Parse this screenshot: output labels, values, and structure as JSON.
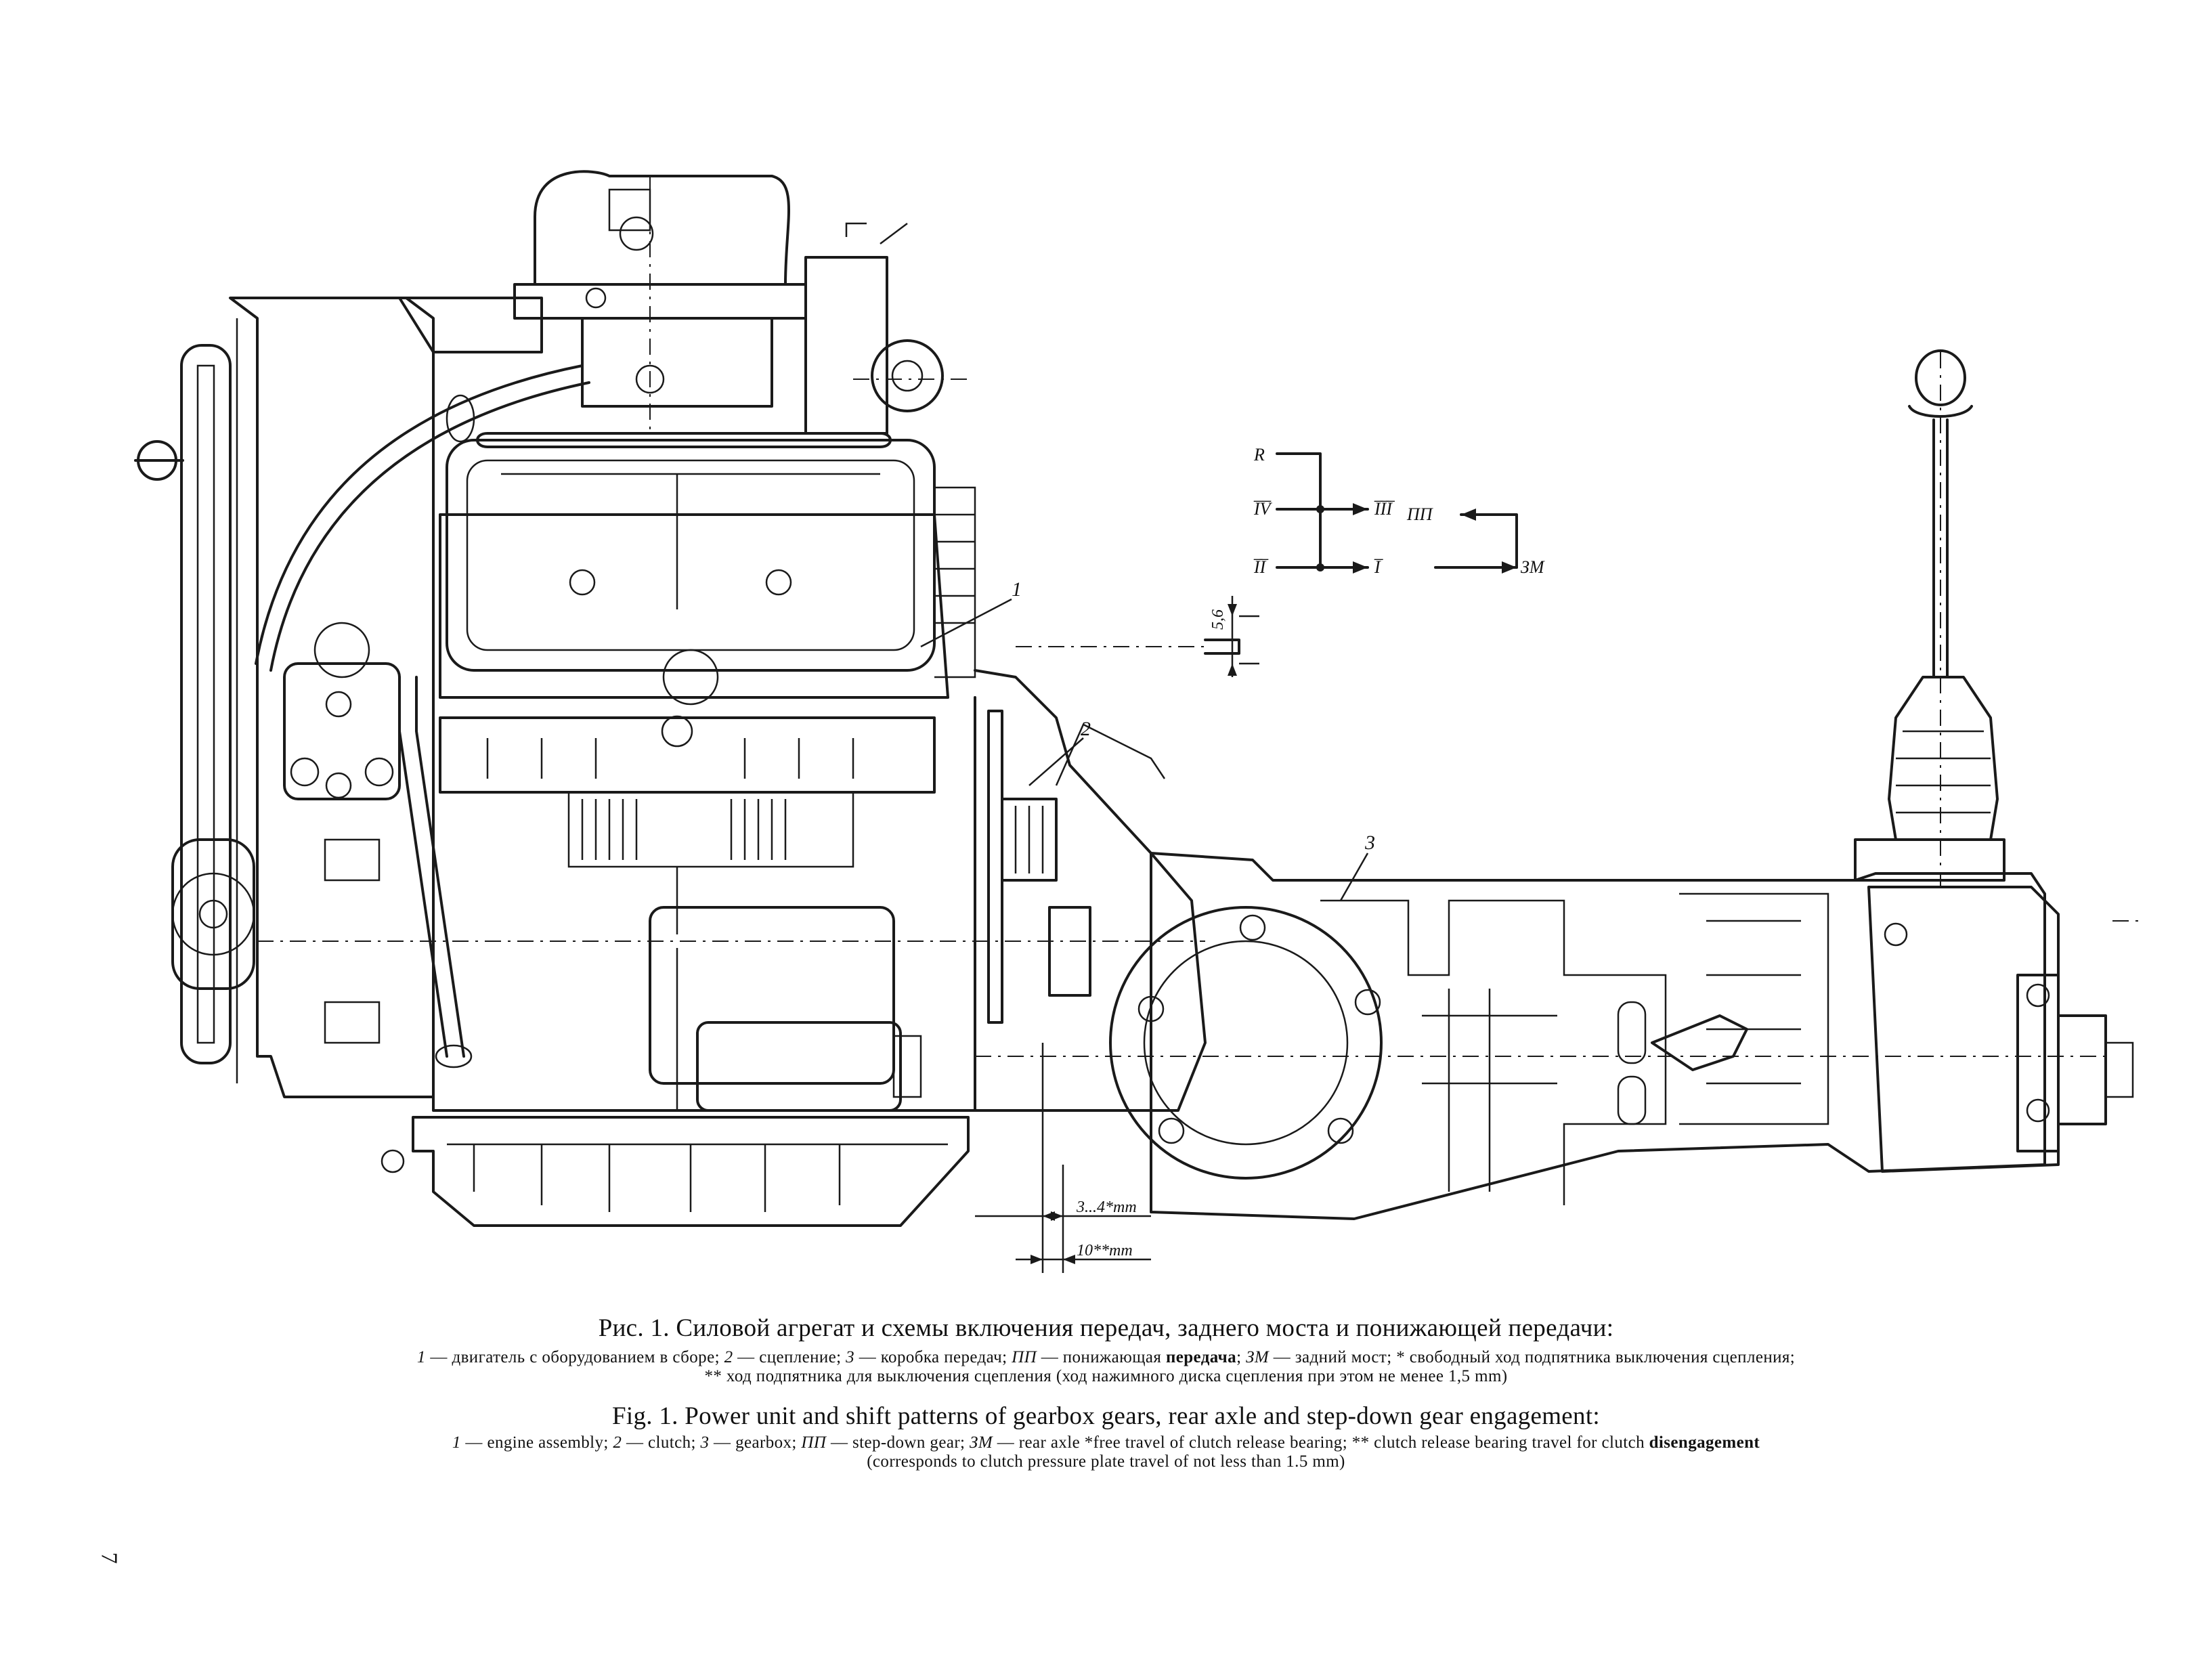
{
  "drawing": {
    "labels": {
      "callout_1": "1",
      "callout_2": "2",
      "callout_3": "3",
      "gear_R": "R",
      "gear_IV": "I̅V̅",
      "gear_III": "I̅I̅I̅",
      "gear_II": "I̅I̅",
      "gear_I": "I̅",
      "stepdown_pp": "ПП",
      "stepdown_zm": "ЗМ",
      "dim_56": "5,6",
      "dim_34": "3...4*mm",
      "dim_10": "10**mm"
    }
  },
  "caption": {
    "ru": {
      "title": "Рис. 1. Силовой агрегат и схемы включения передач, заднего моста и понижающей передачи:",
      "legend": [
        {
          "num": "1",
          "text": " — двигатель с оборудованием в сборе; "
        },
        {
          "num": "2",
          "text": " — сцепление; "
        },
        {
          "num": "3",
          "text": " — коробка передач; "
        },
        {
          "num": "ПП",
          "text": " — понижающая "
        },
        {
          "bold": "передача"
        },
        {
          "text": "; "
        },
        {
          "num": "ЗМ",
          "text": " — задний мост; * свободный ход подпятника выключения сцепления;"
        }
      ],
      "legend_line2": "** ход подпятника для выключения сцепления (ход нажимного диска сцепления при этом не менее 1,5 mm)"
    },
    "en": {
      "title": "Fig. 1. Power unit and shift patterns of gearbox gears, rear axle and step-down gear engagement:",
      "legend": [
        {
          "num": "1",
          "text": " — engine assembly; "
        },
        {
          "num": "2",
          "text": " — clutch; "
        },
        {
          "num": "3",
          "text": " — gearbox; "
        },
        {
          "num": "ПП",
          "text": " — step-down gear; "
        },
        {
          "num": "ЗМ",
          "text": " — rear axle *free travel of clutch release bearing; ** clutch release bearing travel for clutch "
        },
        {
          "bold": "disengagement"
        }
      ],
      "legend_line2": "(corresponds to clutch pressure plate travel of not less than 1.5 mm)"
    }
  },
  "page_number": "7"
}
